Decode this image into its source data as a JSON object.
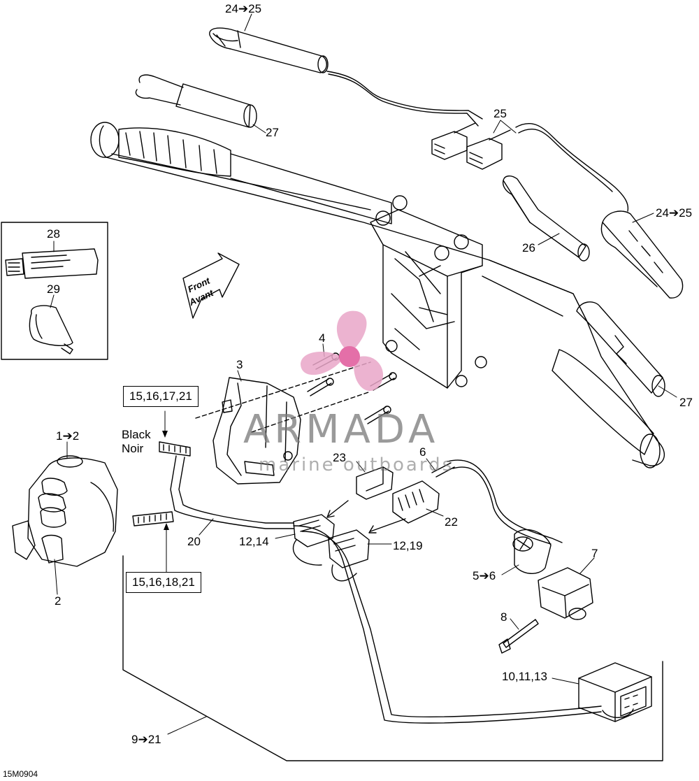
{
  "diagram": {
    "drawing_code": "15M0904",
    "callouts": {
      "c_24_25_top": "24➔25",
      "c_27_top": "27",
      "c_25": "25",
      "c_24_25_right": "24➔25",
      "c_26": "26",
      "c_28": "28",
      "c_29": "29",
      "c_4": "4",
      "c_3": "3",
      "c_27_right": "27",
      "c_1_2": "1➔2",
      "c_2": "2",
      "c_6": "6",
      "c_23": "23",
      "c_22": "22",
      "c_20": "20",
      "c_12_14": "12,14",
      "c_12_19": "12,19",
      "c_7": "7",
      "c_5_6": "5➔6",
      "c_8": "8",
      "c_10_11_13": "10,11,13",
      "c_9_21": "9➔21"
    },
    "boxed_callouts": {
      "top": "15,16,17,21",
      "bottom": "15,16,18,21"
    },
    "connector_color_label": {
      "en": "Black",
      "fr": "Noir"
    },
    "direction_arrow": {
      "en": "Front",
      "fr": "Avant"
    }
  },
  "watermark": {
    "brand": "ARMADA",
    "tagline": "marine outboards",
    "logo_color": "#e9a6c8",
    "logo_center_color": "#e0579a"
  }
}
